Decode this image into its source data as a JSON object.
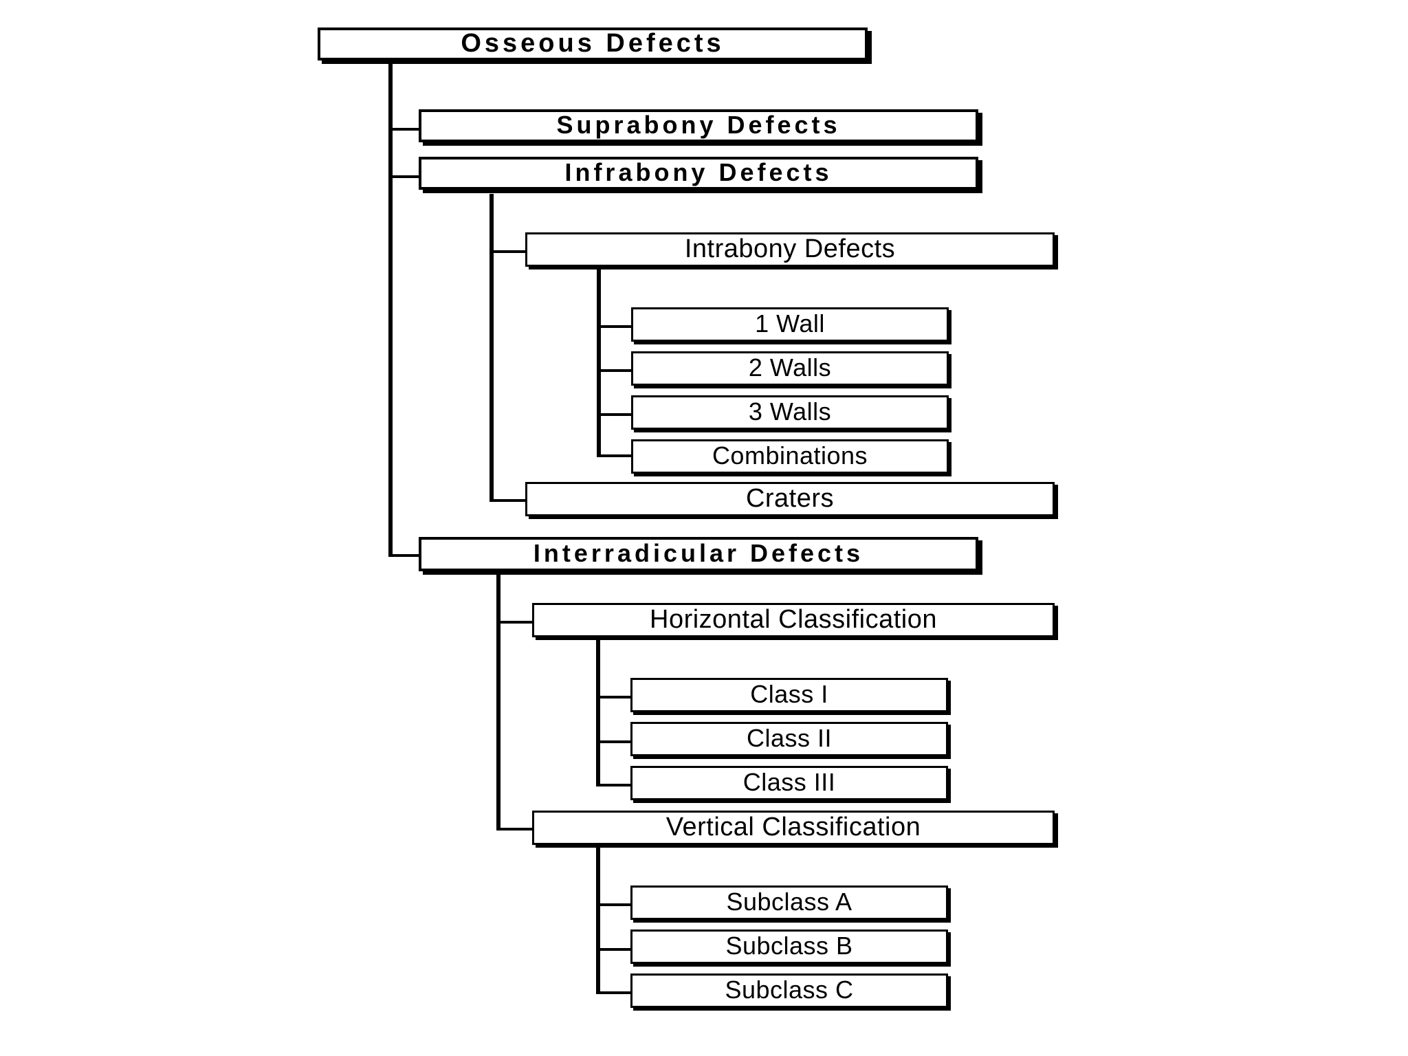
{
  "diagram": {
    "title": "Osseous Defects Classification Tree",
    "type": "hierarchy-tree",
    "orientation": "left-to-right-indented",
    "colors": {
      "line": "#000000",
      "box_fill": "#ffffff",
      "text": "#000000"
    },
    "nodes": {
      "root": "Osseous  Defects",
      "suprabony": "Suprabony  Defects",
      "infrabony": "Infrabony  Defects",
      "intrabony": "Intrabony Defects",
      "wall1": "1 Wall",
      "wall2": "2 Walls",
      "wall3": "3 Walls",
      "combinations": "Combinations",
      "craters": "Craters",
      "interradicular": "Interradicular  Defects",
      "horizontal": "Horizontal Classification",
      "class1": "Class I",
      "class2": "Class II",
      "class3": "Class III",
      "vertical": "Vertical Classification",
      "subclassA": "Subclass A",
      "subclassB": "Subclass B",
      "subclassC": "Subclass C"
    },
    "hierarchy": [
      {
        "label": "Osseous  Defects",
        "level": 1,
        "children": [
          {
            "label": "Suprabony  Defects",
            "level": 2,
            "children": []
          },
          {
            "label": "Infrabony  Defects",
            "level": 2,
            "children": [
              {
                "label": "Intrabony Defects",
                "level": 3,
                "children": [
                  {
                    "label": "1 Wall",
                    "level": 4,
                    "children": []
                  },
                  {
                    "label": "2 Walls",
                    "level": 4,
                    "children": []
                  },
                  {
                    "label": "3 Walls",
                    "level": 4,
                    "children": []
                  },
                  {
                    "label": "Combinations",
                    "level": 4,
                    "children": []
                  }
                ]
              },
              {
                "label": "Craters",
                "level": 3,
                "children": []
              }
            ]
          },
          {
            "label": "Interradicular  Defects",
            "level": 2,
            "children": [
              {
                "label": "Horizontal Classification",
                "level": 3,
                "children": [
                  {
                    "label": "Class I",
                    "level": 4,
                    "children": []
                  },
                  {
                    "label": "Class II",
                    "level": 4,
                    "children": []
                  },
                  {
                    "label": "Class III",
                    "level": 4,
                    "children": []
                  }
                ]
              },
              {
                "label": "Vertical Classification",
                "level": 3,
                "children": [
                  {
                    "label": "Subclass A",
                    "level": 4,
                    "children": []
                  },
                  {
                    "label": "Subclass B",
                    "level": 4,
                    "children": []
                  },
                  {
                    "label": "Subclass C",
                    "level": 4,
                    "children": []
                  }
                ]
              }
            ]
          }
        ]
      }
    ]
  }
}
